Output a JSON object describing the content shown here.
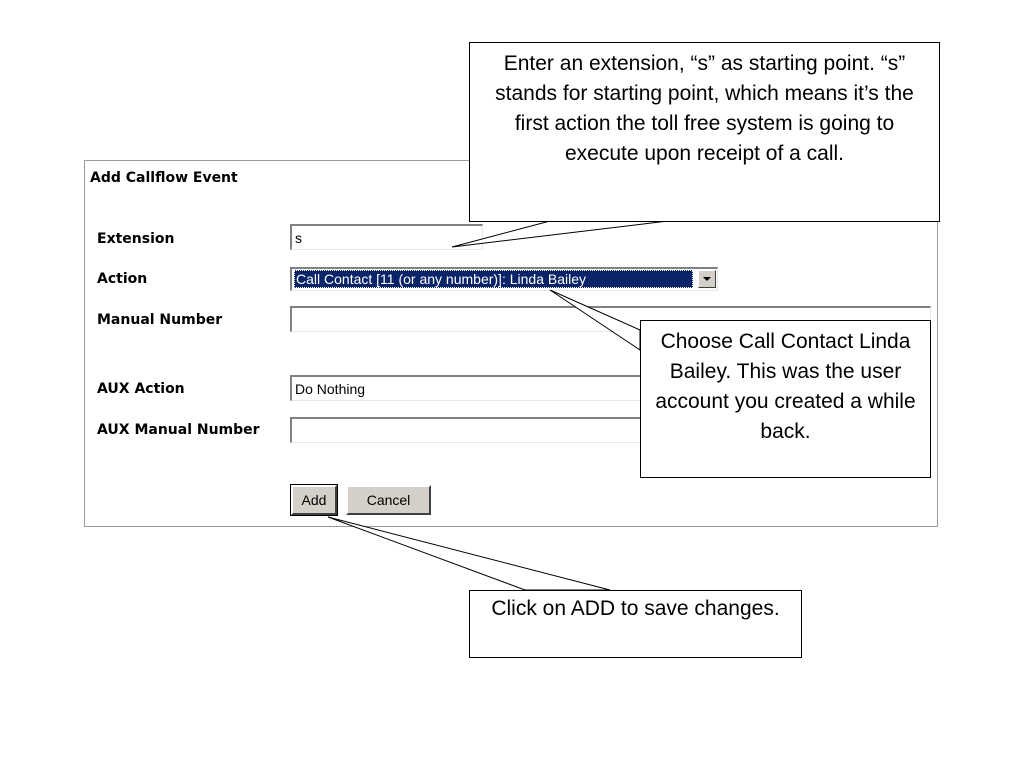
{
  "form": {
    "title": "Add Callflow Event",
    "extension": {
      "label": "Extension",
      "value": "s"
    },
    "action": {
      "label": "Action",
      "selected": "Call Contact [11 (or any number)]: Linda Bailey"
    },
    "manual_number": {
      "label": "Manual Number",
      "value": ""
    },
    "aux_action": {
      "label": "AUX Action",
      "value": "Do Nothing"
    },
    "aux_manual_number": {
      "label": "AUX Manual Number",
      "value": ""
    },
    "buttons": {
      "add": "Add",
      "cancel": "Cancel"
    }
  },
  "callouts": {
    "extension": "Enter an extension, “s” as starting point. “s” stands for starting point, which means it’s the first action the toll free system is going to execute upon receipt of a call.",
    "action": "Choose Call Contact Linda Bailey.  This was the user account you created a while back.",
    "add": "Click on ADD to save changes."
  },
  "icons": {
    "select_arrow": "chevron-down-icon"
  }
}
